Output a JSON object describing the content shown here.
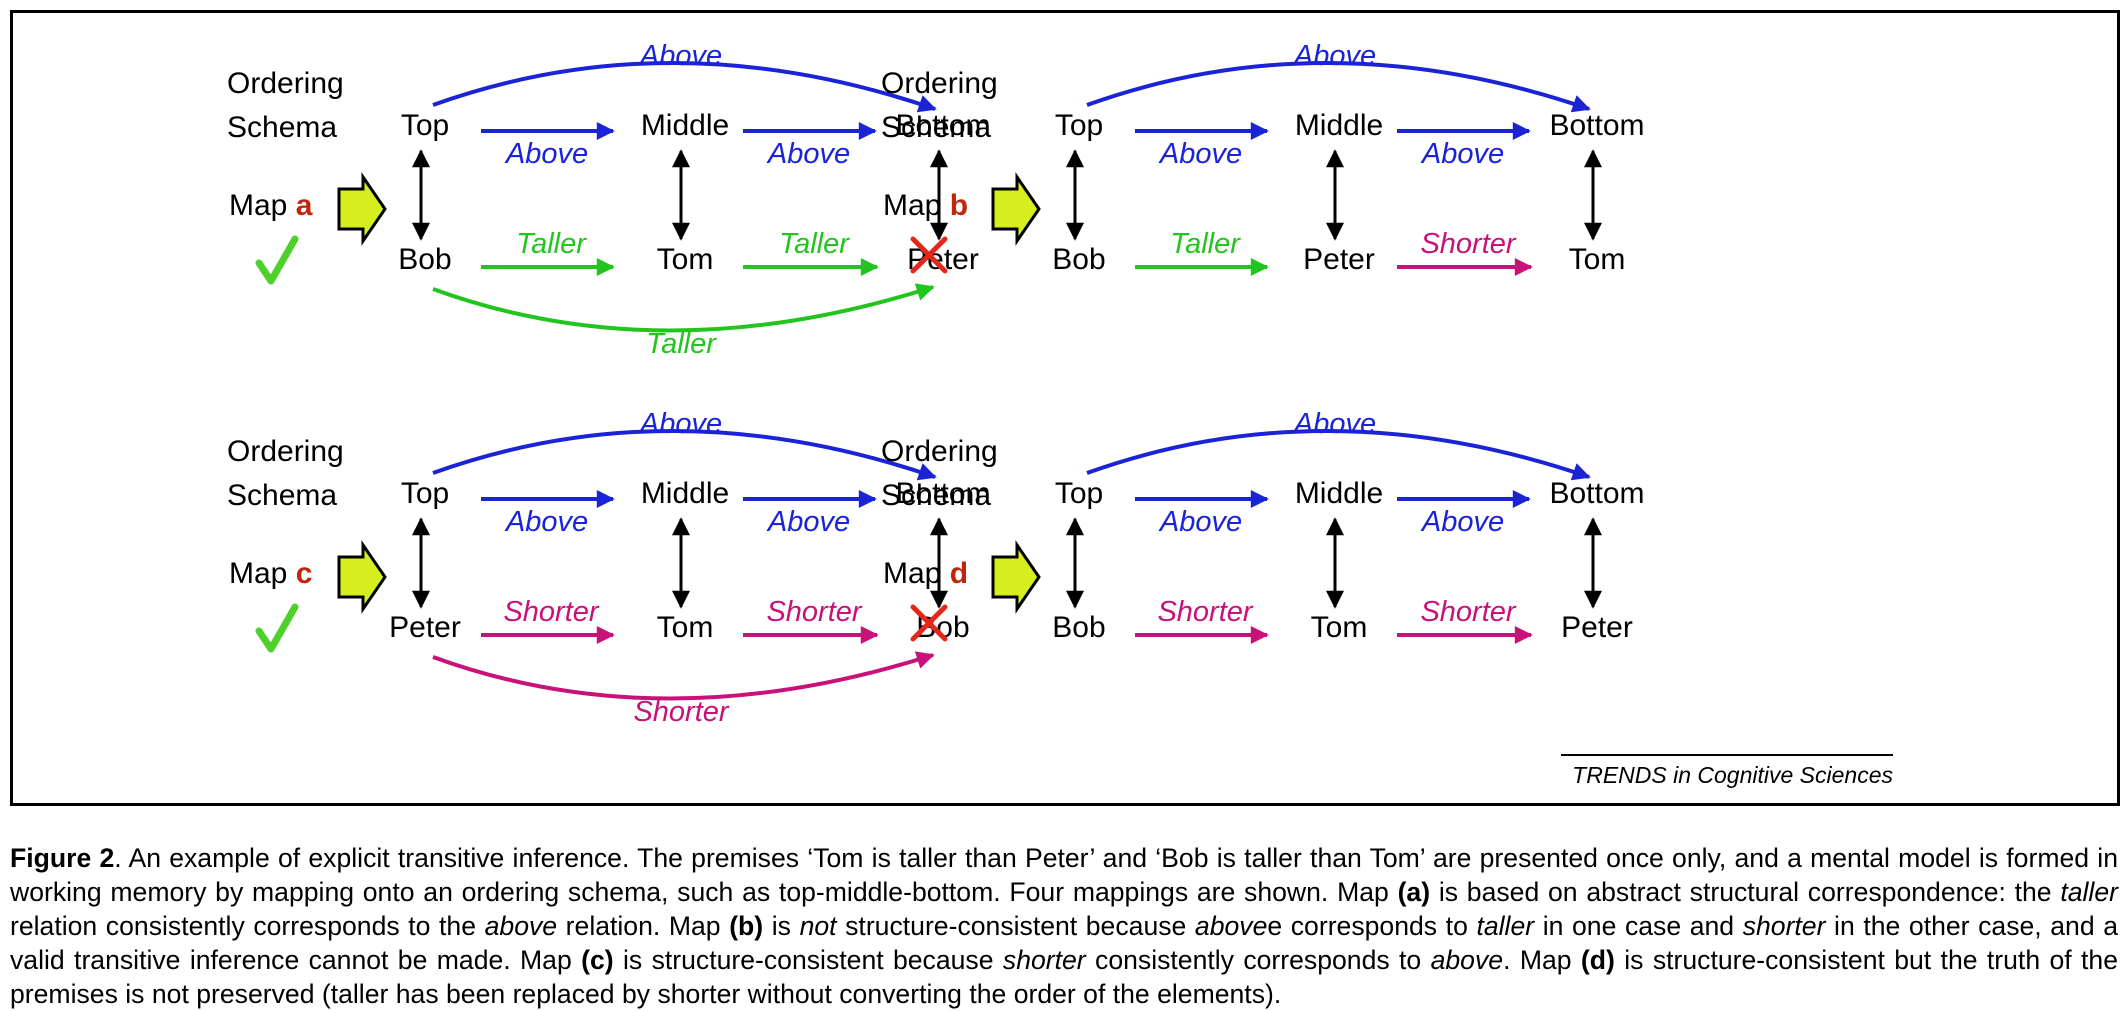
{
  "colors": {
    "above": "#1a24d6",
    "taller": "#22c41e",
    "shorter": "#c8127a",
    "map_letter": "#c0260d",
    "check": "#4fd12c",
    "cross": "#e2281d",
    "block_arrow_fill": "#d6ee1e"
  },
  "icons": {
    "map_arrow": "block-arrow-icon",
    "valid": "checkmark-icon",
    "invalid": "cross-icon"
  },
  "panels": [
    {
      "id": "a",
      "schema_label_1": "Ordering",
      "schema_label_2": "Schema",
      "map_word": "Map",
      "map_letter": "a",
      "status": "valid",
      "top_row": [
        "Top",
        "Middle",
        "Bottom"
      ],
      "bottom_row": [
        "Bob",
        "Tom",
        "Peter"
      ],
      "top_relations": [
        "Above",
        "Above"
      ],
      "top_arc": "Above",
      "bottom_relations": [
        "Taller",
        "Taller"
      ],
      "bottom_relation_color": "taller",
      "bottom_arc": "Taller"
    },
    {
      "id": "b",
      "schema_label_1": "Ordering",
      "schema_label_2": "Schema",
      "map_word": "Map",
      "map_letter": "b",
      "status": "invalid",
      "top_row": [
        "Top",
        "Middle",
        "Bottom"
      ],
      "bottom_row": [
        "Bob",
        "Peter",
        "Tom"
      ],
      "top_relations": [
        "Above",
        "Above"
      ],
      "top_arc": "Above",
      "bottom_relations": [
        "Taller",
        "Shorter"
      ],
      "bottom_relation_colors": [
        "taller",
        "shorter"
      ]
    },
    {
      "id": "c",
      "schema_label_1": "Ordering",
      "schema_label_2": "Schema",
      "map_word": "Map",
      "map_letter": "c",
      "status": "valid",
      "top_row": [
        "Top",
        "Middle",
        "Bottom"
      ],
      "bottom_row": [
        "Peter",
        "Tom",
        "Bob"
      ],
      "top_relations": [
        "Above",
        "Above"
      ],
      "top_arc": "Above",
      "bottom_relations": [
        "Shorter",
        "Shorter"
      ],
      "bottom_relation_color": "shorter",
      "bottom_arc": "Shorter"
    },
    {
      "id": "d",
      "schema_label_1": "Ordering",
      "schema_label_2": "Schema",
      "map_word": "Map",
      "map_letter": "d",
      "status": "invalid",
      "top_row": [
        "Top",
        "Middle",
        "Bottom"
      ],
      "bottom_row": [
        "Bob",
        "Tom",
        "Peter"
      ],
      "top_relations": [
        "Above",
        "Above"
      ],
      "top_arc": "Above",
      "bottom_relations": [
        "Shorter",
        "Shorter"
      ],
      "bottom_relation_color": "shorter"
    }
  ],
  "credit": "TRENDS in Cognitive Sciences",
  "caption": {
    "label": "Figure 2",
    "s01": ".  An example of explicit transitive inference. The premises ‘Tom is taller than Peter’ and ‘Bob is taller than Tom’ are presented once only, and a mental model is formed in working memory by mapping onto an ordering schema, such as top-middle-bottom. Four mappings are shown. Map ",
    "s02": "(a)",
    "s03": " is based on abstract structural correspondence: the ",
    "s04": "taller",
    "s05": " relation consistently corresponds to the ",
    "s06": "above",
    "s07": " relation. Map ",
    "s08": "(b)",
    "s09": " is ",
    "s10": "not",
    "s11": " structure-consistent because ",
    "s12": "above",
    "s13": "e corresponds to ",
    "s14": "taller",
    "s15": " in one case and ",
    "s16": "shorter",
    "s17": " in the other case, and a valid transitive inference cannot be made. Map ",
    "s18": "(c)",
    "s19": " is structure-consistent because ",
    "s20": "shorter",
    "s21": " consistently corresponds to ",
    "s22": "above",
    "s23": ". Map ",
    "s24": "(d)",
    "s25": " is structure-consistent but the truth of the premises is not preserved (taller has been replaced by shorter without converting the order of the elements)."
  }
}
